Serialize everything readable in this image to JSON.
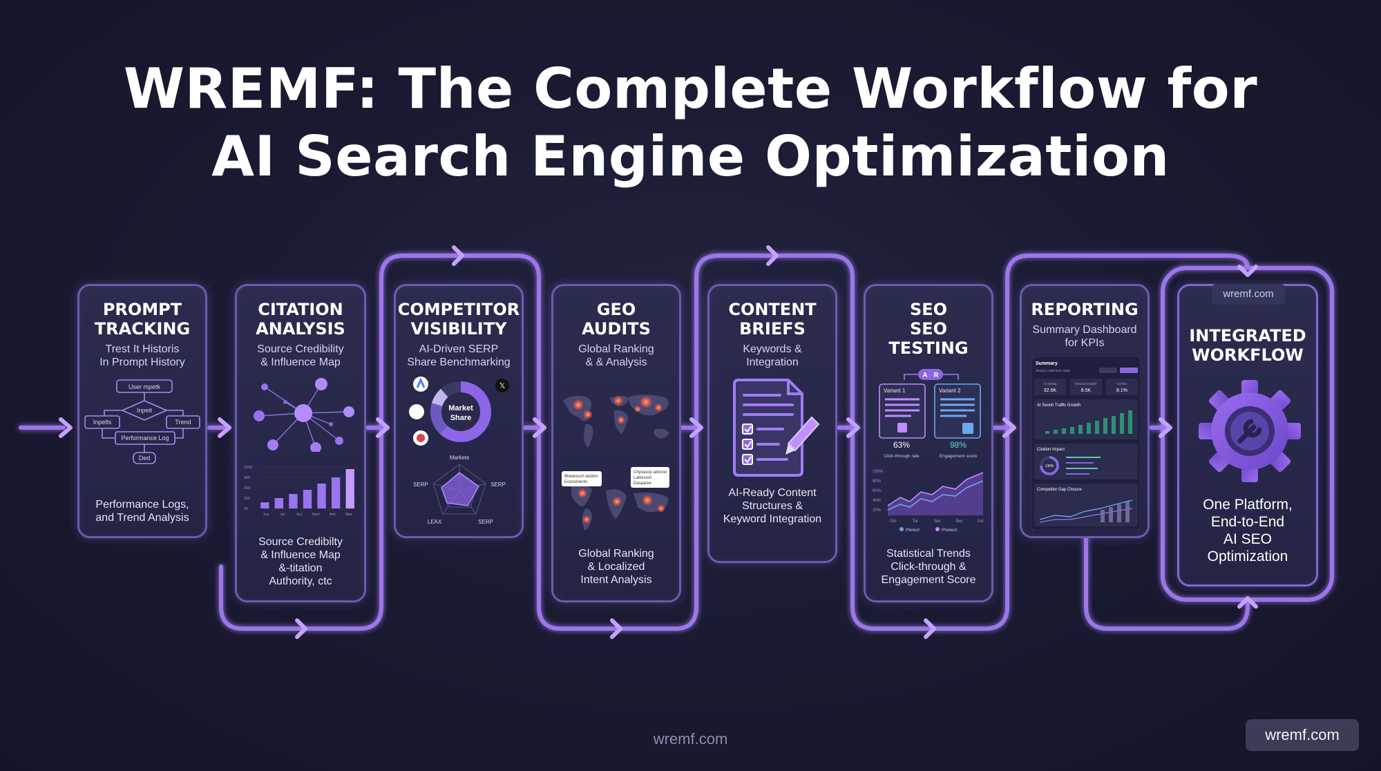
{
  "title": {
    "line1": "WREMF: The Complete Workflow for",
    "line2": "AI Search Engine Optimization"
  },
  "accent_color": "#a779f5",
  "steps": [
    {
      "title": [
        "PROMPT",
        "TRACKING"
      ],
      "subtitle": [
        "Trest It Historis",
        "In Prompt History"
      ],
      "footer": [
        "Performance Logs,",
        "and Trend Analysis"
      ],
      "visual": {
        "nodes": [
          "User mpetk",
          "Inpeit",
          "Inpelts",
          "Trend",
          "Performance Log",
          "Ded"
        ]
      }
    },
    {
      "title": [
        "CITATION",
        "ANALYSIS"
      ],
      "subtitle": [
        "Source Credibility",
        "& Influence Map"
      ],
      "footer": [
        "Source Credibilty",
        "& Influence Map",
        "&-titation",
        "Authority, ctc"
      ],
      "visual": {
        "y_ticks": [
          "1500",
          "300",
          "200",
          "160",
          "10"
        ],
        "x_ticks": [
          "Jux",
          "Jul",
          "Aul",
          "Sent",
          "Ant",
          "Mar"
        ],
        "bar_values": [
          15,
          25,
          35,
          45,
          60,
          75,
          95
        ]
      }
    },
    {
      "title": [
        "COMPETITOR",
        "VISIBILITY"
      ],
      "subtitle": [
        "AI-Driven SERP",
        "Share Benchmarking"
      ],
      "footer": [],
      "visual": {
        "donut_label": [
          "Market",
          "Share"
        ],
        "radar_labels": [
          "Markets",
          "SERP",
          "SERP",
          "LEAX",
          "SERP"
        ]
      }
    },
    {
      "title": [
        "GEO",
        "AUDITS"
      ],
      "subtitle": [
        "Global Ranking",
        "& & Analysis"
      ],
      "footer": [
        "Global Ranking",
        "& Localized",
        "Intent Analysis"
      ],
      "visual": {
        "tooltip_left": [
          "Bhearesch tardion",
          "Economents"
        ],
        "tooltip_right": [
          "Chyeasoy advorel",
          "Latlonvorr",
          "Dasparee"
        ]
      }
    },
    {
      "title": [
        "CONTENT",
        "BRIEFS"
      ],
      "subtitle": [
        "Keywords &",
        "Integration"
      ],
      "footer": [
        "AI-Ready Content",
        "Structures &",
        "Keyword Integration"
      ],
      "visual": {}
    },
    {
      "title": [
        "SEO",
        "SEO",
        "TESTING"
      ],
      "subtitle": [],
      "footer": [
        "Statistical Trends",
        "Click-through &",
        "Engagement Score"
      ],
      "visual": {
        "ab_badge": [
          "A",
          "R"
        ],
        "variant1": "Variant 1",
        "variant2": "Variant 2",
        "stat1_value": "63%",
        "stat1_label": "Click-through rate",
        "stat2_value": "98%",
        "stat2_label": "Engagement score",
        "y_ticks": [
          "100%",
          "80%",
          "60%",
          "40%",
          "20%"
        ],
        "x_ticks": [
          "Oct",
          "Tar",
          "Sec",
          "Bec",
          "Sot"
        ],
        "legend": [
          "Pletect",
          "Pheteot"
        ]
      }
    },
    {
      "title": [
        "REPORTING"
      ],
      "subtitle": [
        "Summary Dashboard",
        "for KPIs"
      ],
      "footer": [],
      "visual": {
        "panel_title": "Summary",
        "panel_caption": "Session initial from A6SE",
        "kpis": [
          {
            "label": "AI Sessig",
            "value": "32.6K"
          },
          {
            "label": "Session Enable",
            "value": "8.5K"
          },
          {
            "label": "Conver",
            "value": "8.1%"
          }
        ],
        "traffic_title": "AI Seosh Traffic Growth",
        "citation_title": "Citation Impact",
        "citation_value": "136%",
        "gap_title": "Competitor Gap Closure"
      }
    },
    {
      "title": [
        "INTEGRATED",
        "WORKFLOW"
      ],
      "subtitle": [],
      "footer": [
        "One Platform,",
        "End-to-End",
        "AI SEO",
        "Optimization"
      ],
      "url": "wremf.com",
      "visual": {}
    }
  ],
  "footer_url": "wremf.com",
  "badge": "wremf.com"
}
